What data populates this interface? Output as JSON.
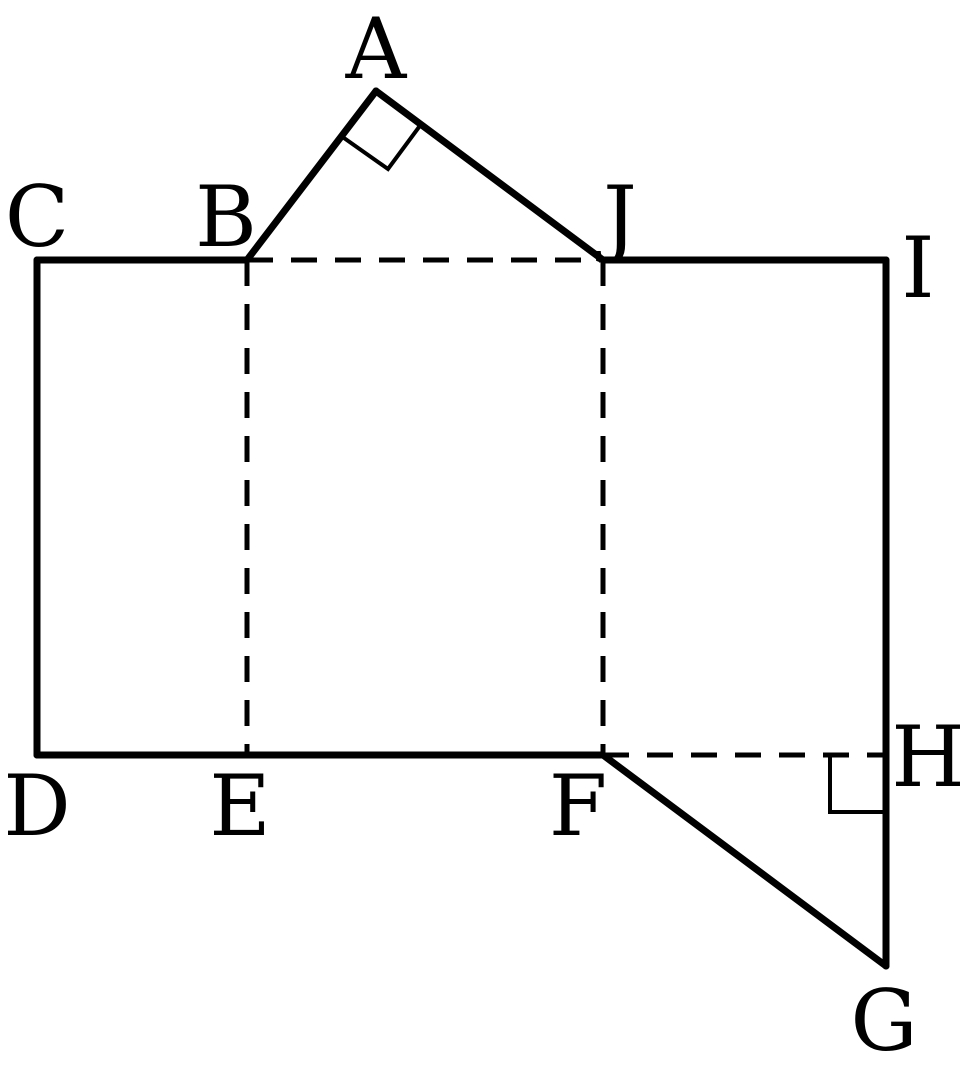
{
  "labels": {
    "A": "A",
    "B": "B",
    "C": "C",
    "D": "D",
    "E": "E",
    "F": "F",
    "G": "G",
    "H": "H",
    "I": "I",
    "J": "J"
  },
  "colors": {
    "stroke": "#000000",
    "background": "#ffffff"
  }
}
